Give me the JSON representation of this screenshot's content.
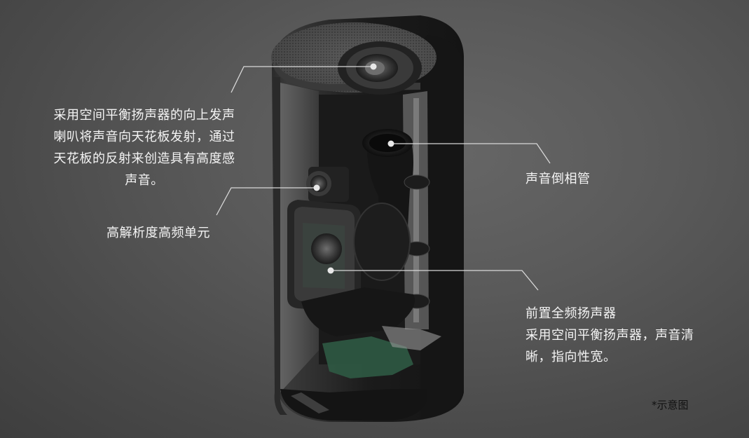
{
  "diagram": {
    "subject": "speaker cutaway illustration",
    "callouts": [
      {
        "id": "upfiring-speaker",
        "lines": [
          "采用空间平衡扬声器的向上发声",
          "喇叭将声音向天花板发射，通过",
          "天花板的反射来创造具有高度感",
          "声音。"
        ]
      },
      {
        "id": "tweeter",
        "lines": [
          "高解析度高频单元"
        ]
      },
      {
        "id": "bass-reflex-port",
        "lines": [
          "声音倒相管"
        ]
      },
      {
        "id": "front-fullrange",
        "lines": [
          "前置全频扬声器",
          "采用空间平衡扬声器，声音清",
          "晰，指向性宽。"
        ]
      }
    ],
    "note": "*示意图",
    "colors": {
      "background": "#555555",
      "text": "#f4f4f4",
      "callout_line": "#d8d8d8",
      "note_text": "#111111",
      "speaker_body": "#1c1c1c",
      "pcb_green": "#2f5a44"
    }
  }
}
